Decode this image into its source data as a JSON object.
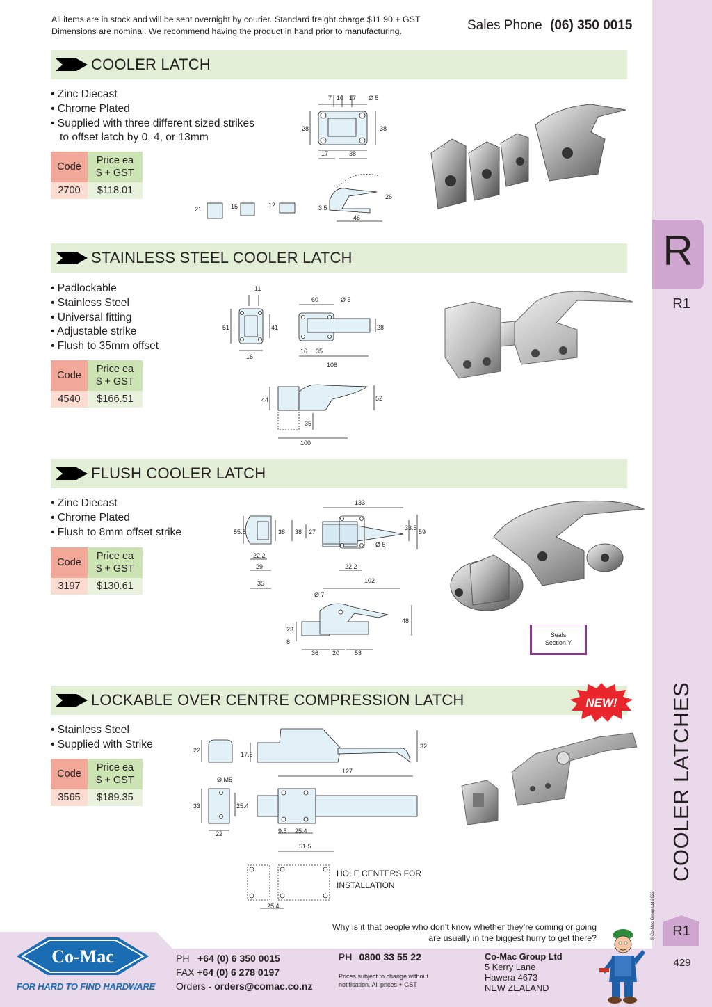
{
  "header": {
    "notice_line1": "All items are in stock and will be sent overnight by courier. Standard freight charge $11.90 + GST",
    "notice_line2": "Dimensions are nominal. We recommend having the product in hand prior to manufacturing.",
    "sales_label": "Sales Phone",
    "sales_number": "(06) 350 0015"
  },
  "side": {
    "letter": "R",
    "code": "R1",
    "vertical_title": "COOLER LATCHES",
    "copyright": "© Co-Mac Group Ltd 2022",
    "bottom_code": "R1",
    "page_number": "429"
  },
  "table_labels": {
    "code": "Code",
    "price_line1": "Price ea",
    "price_line2": "$ + GST"
  },
  "products": [
    {
      "title": "COOLER LATCH",
      "features": [
        "• Zinc Diecast",
        "• Chrome Plated",
        "• Supplied with three different sized strikes",
        "   to offset latch by 0, 4, or 13mm"
      ],
      "code": "2700",
      "price": "$118.01"
    },
    {
      "title": "STAINLESS STEEL COOLER LATCH",
      "features": [
        "• Padlockable",
        "• Stainless Steel",
        "• Universal fitting",
        "• Adjustable strike",
        "• Flush to 35mm offset"
      ],
      "code": "4540",
      "price": "$166.51"
    },
    {
      "title": "FLUSH COOLER LATCH",
      "features": [
        "• Zinc Diecast",
        "• Chrome Plated",
        "• Flush to 8mm offset strike"
      ],
      "code": "3197",
      "price": "$130.61"
    },
    {
      "title": "LOCKABLE OVER CENTRE COMPRESSION LATCH",
      "features": [
        "• Stainless Steel",
        "• Supplied with Strike"
      ],
      "code": "3565",
      "price": "$189.35"
    }
  ],
  "dims": {
    "p1": [
      "7",
      "10",
      "17",
      "Ø 5",
      "28",
      "38",
      "17",
      "38",
      "21",
      "15",
      "12",
      "3.5",
      "26",
      "46"
    ],
    "p2": [
      "11",
      "51",
      "41",
      "16",
      "60",
      "Ø 5",
      "28",
      "16",
      "35",
      "108",
      "44",
      "52",
      "35",
      "100"
    ],
    "p3": [
      "133",
      "55.5",
      "38",
      "38",
      "27",
      "33.5",
      "59",
      "Ø 5",
      "22.2",
      "29",
      "35",
      "22.2",
      "102",
      "Ø 7",
      "23",
      "8",
      "48",
      "36",
      "20",
      "53"
    ],
    "p4": [
      "22",
      "17.5",
      "32",
      "127",
      "Ø M5",
      "33",
      "25.4",
      "22",
      "9.5",
      "25.4",
      "51.5",
      "HOLE CENTERS FOR",
      "INSTALLATION",
      "25.4"
    ]
  },
  "seals": {
    "line1": "Seals",
    "line2": "Section Y"
  },
  "new_badge": "NEW!",
  "footer": {
    "quote_line1": "Why is it that people who don’t know whether they’re coming or going",
    "quote_line2": "are usually in the biggest hurry to get there?",
    "logo_text": "Co-Mac",
    "tagline": "FOR HARD TO FIND HARDWARE",
    "ph_label": "PH",
    "ph_number": "+64 (0) 6 350 0015",
    "fax_label": "FAX",
    "fax_number": "+64 (0) 6 278 0197",
    "orders_label": "Orders -",
    "orders_email": "orders@comac.co.nz",
    "ph2_label": "PH",
    "ph2_number": "0800 33 55 22",
    "disclaimer": "Prices subject to change without notification. All prices + GST",
    "company_name": "Co-Mac Group Ltd",
    "address1": "5 Kerry Lane",
    "address2": "Hawera 4673",
    "address3": "NEW ZEALAND"
  },
  "colors": {
    "section_bar": "#e3eed6",
    "side_strip": "#ead9ea",
    "side_tab": "#cfa6cf",
    "code_header": "#f1a898",
    "price_header": "#cce3b3",
    "brand_blue": "#1b6db3",
    "new_badge": "#e8262b"
  }
}
